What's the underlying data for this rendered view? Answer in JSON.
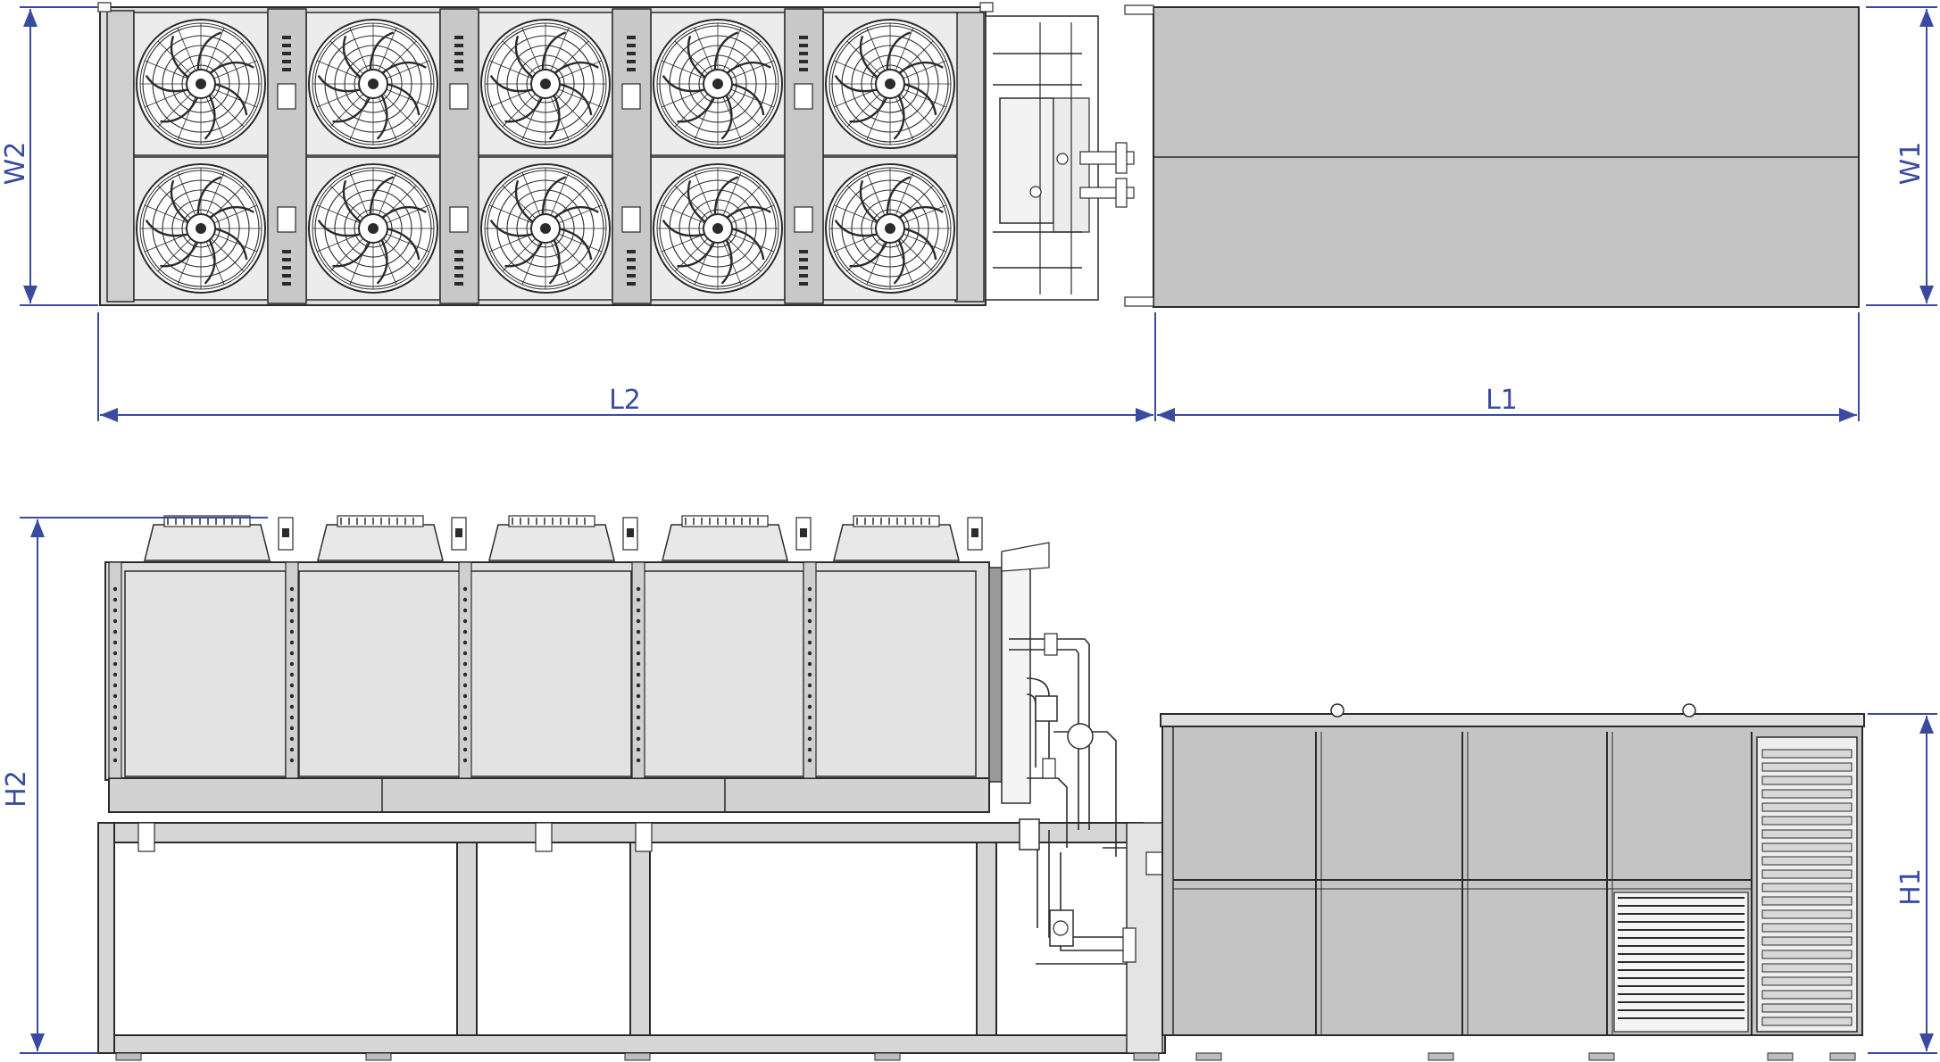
{
  "dimensions": {
    "top_view_width_right": "W1",
    "top_view_width_left": "W2",
    "length_left": "L2",
    "length_right": "L1",
    "height_left": "H2",
    "height_right": "H1"
  },
  "colors": {
    "dimension_line": "#3a4aa0",
    "panel_fill": "#c4c4c4",
    "panel_light": "#e7e7e7",
    "outline": "#2b2b2b"
  },
  "counts": {
    "fans_top_view_rows": 2,
    "fans_top_view_columns": 5,
    "fan_housings_side_view": 5
  }
}
